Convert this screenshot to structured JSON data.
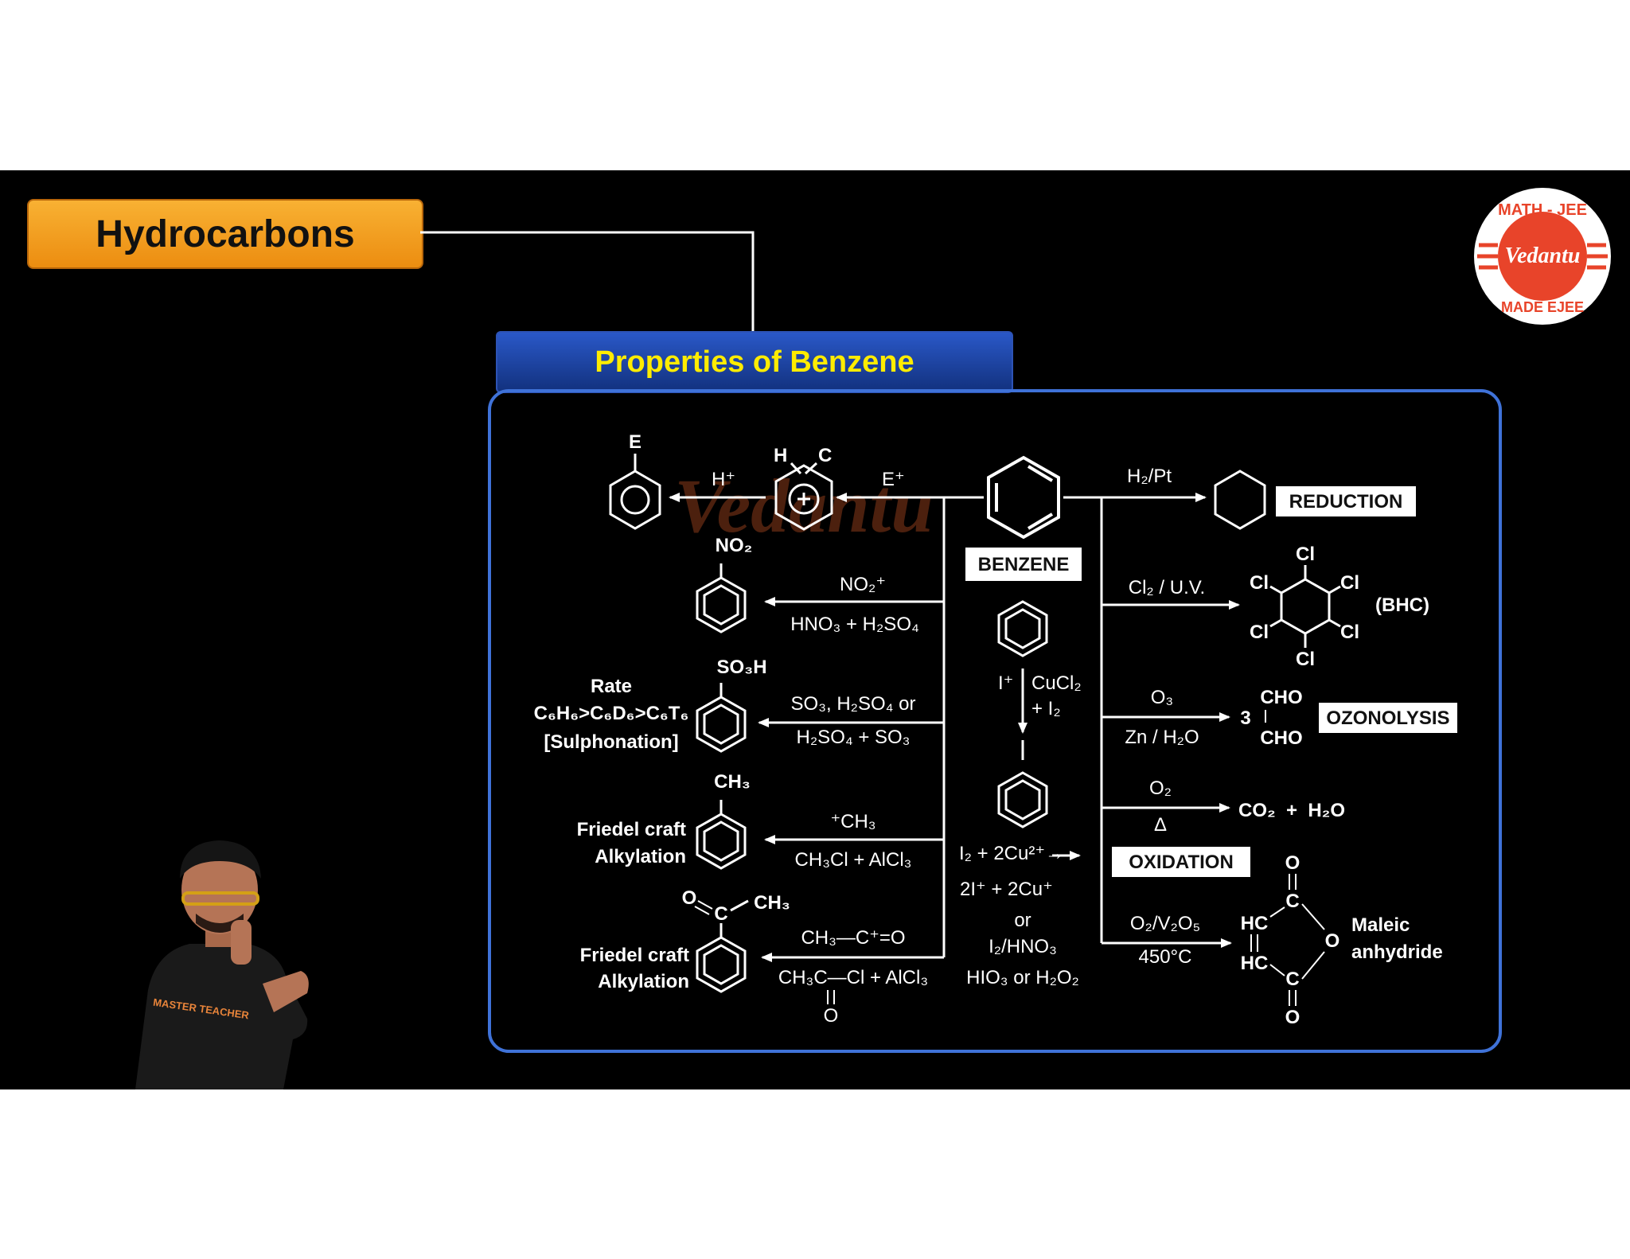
{
  "header": {
    "title": "Hydrocarbons",
    "subtitle": "Properties of Benzene"
  },
  "logo": {
    "top_text": "MATH - JEE",
    "center_text": "Vedantu",
    "bottom_text": "MADE EJEE"
  },
  "watermark": "Vedantu",
  "presenter": {
    "shirt_text": "MASTER TEACHER"
  },
  "center": {
    "benzene_label": "BENZENE",
    "reagent_i_plus": "I⁺",
    "reagent_cucl2": "CuCl₂",
    "reagent_plus_i2": "+ I₂",
    "iodine_line_1": "I₂ + 2Cu²⁺→",
    "iodine_line_2": "2I⁺ + 2Cu⁺",
    "iodine_line_3": "or",
    "iodine_line_4": "I₂/HNO₃",
    "iodine_line_5": "HIO₃ or H₂O₂"
  },
  "left": {
    "mechanism": {
      "product_e": "E",
      "h_plus": "H⁺",
      "sigma_h": "H",
      "sigma_c": "C",
      "e_plus": "E⁺"
    },
    "nitration": {
      "group": "NO₂",
      "reagent_top": "NO₂⁺",
      "reagent_bottom": "HNO₃ + H₂SO₄"
    },
    "sulphonation": {
      "group": "SO₃H",
      "reagent_top": "SO₃, H₂SO₄ or",
      "reagent_bottom": "H₂SO₄ + SO₃",
      "note_1": "Rate",
      "note_2": "C₆H₆>C₆D₆>C₆T₆",
      "note_3": "[Sulphonation]"
    },
    "alkylation": {
      "group": "CH₃",
      "reagent_top": "⁺CH₃",
      "reagent_bottom": "CH₃Cl + AlCl₃",
      "name_1": "Friedel craft",
      "name_2": "Alkylation"
    },
    "acylation": {
      "group_o": "O",
      "group_c": "C",
      "group_ch3": "CH₃",
      "reagent_top": "CH₃—C⁺=O",
      "reagent_bottom": "CH₃C—Cl + AlCl₃",
      "reagent_bottom_o": "O",
      "name_1": "Friedel craft",
      "name_2": "Alkylation"
    }
  },
  "right": {
    "reduction": {
      "reagent": "H₂/Pt",
      "label": "REDUCTION"
    },
    "bhc": {
      "reagent": "Cl₂ / U.V.",
      "cl": "Cl",
      "label": "(BHC)"
    },
    "ozonolysis": {
      "reagent_top": "O₃",
      "reagent_bottom": "Zn / H₂O",
      "coefficient": "3",
      "cho": "CHO",
      "label": "OZONOLYSIS"
    },
    "oxidation": {
      "reagent_top": "O₂",
      "reagent_bottom": "Δ",
      "products": "CO₂  +  H₂O",
      "label": "OXIDATION"
    },
    "maleic": {
      "reagent_top": "O₂/V₂O₅",
      "reagent_bottom": "450°C",
      "o": "O",
      "hc": "HC",
      "c": "C",
      "name_1": "Maleic",
      "name_2": "anhydride"
    }
  },
  "colors": {
    "title_orange": "#f5a424",
    "subtitle_blue": "#1f48b0",
    "subtitle_text": "#ffec00",
    "panel_border": "#3f72d8",
    "logo_red": "#e8442a"
  }
}
